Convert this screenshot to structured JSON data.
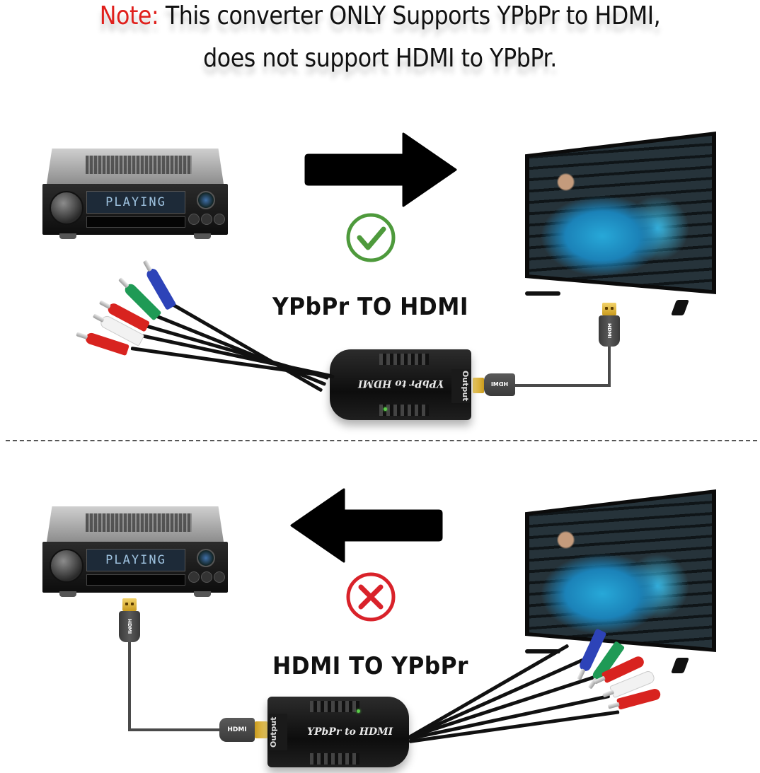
{
  "header": {
    "note_label": "Note:",
    "line1_text": " This converter ONLY Supports YPbPr to HDMI,",
    "line2_text": "does not support HDMI to YPbPr."
  },
  "colors": {
    "note_red": "#e0201c",
    "check_green": "#4e9a3c",
    "cross_red": "#d9222a",
    "arrow_black": "#000000"
  },
  "top_panel": {
    "source_device": {
      "type": "av-receiver",
      "display_text": "PLAYING"
    },
    "direction_arrow": "arrow-right",
    "status_icon": "check-circle-icon",
    "supported": true,
    "caption": "YPbPr TO HDMI",
    "converter": {
      "label": "YPbPr to HDMI",
      "port_label": "Output"
    },
    "hdmi_plug_label": "HDMI",
    "target_device": "tv"
  },
  "bottom_panel": {
    "source_device": {
      "type": "av-receiver",
      "display_text": "PLAYING"
    },
    "direction_arrow": "arrow-left",
    "status_icon": "cross-circle-icon",
    "supported": false,
    "caption": "HDMI TO YPbPr",
    "converter": {
      "label": "YPbPr to HDMI",
      "port_label": "Output"
    },
    "hdmi_plug_label": "HDMI",
    "target_device": "tv"
  },
  "rca_plug_colors": [
    "#2d43b8",
    "#1f9a55",
    "#d8231f",
    "#f2f2f2",
    "#d8231f"
  ]
}
